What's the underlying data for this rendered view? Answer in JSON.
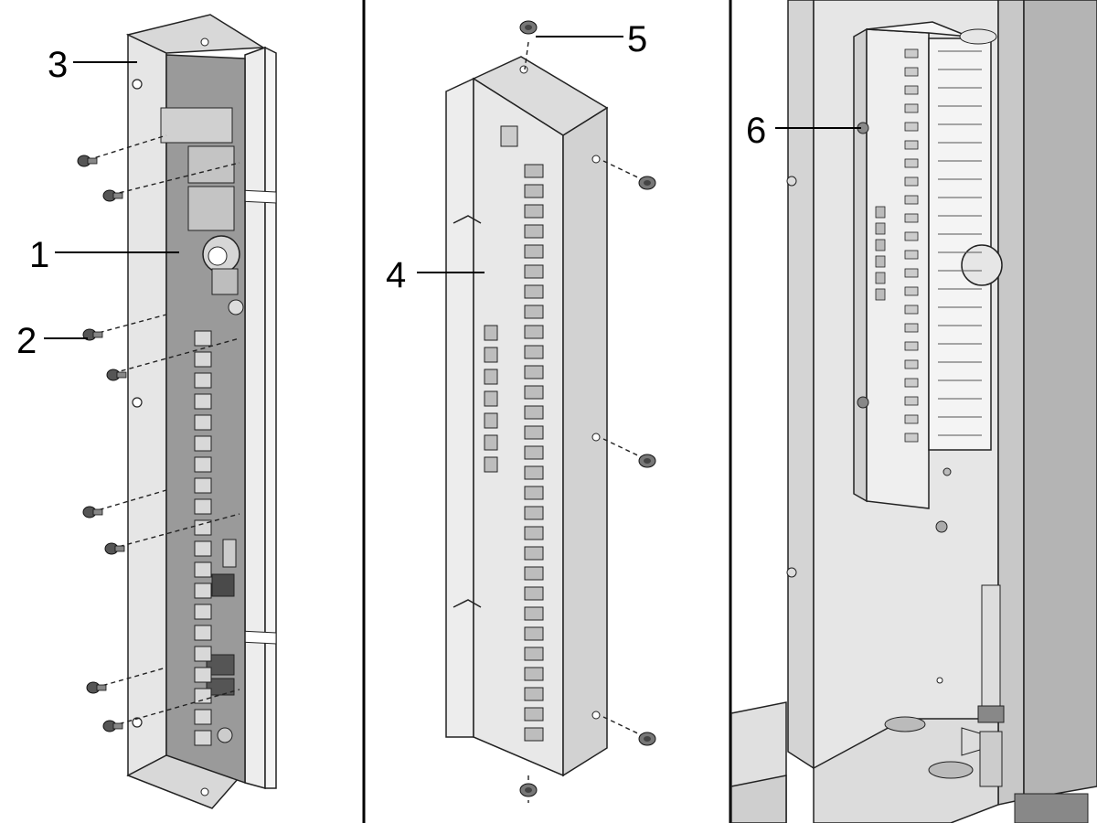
{
  "panels": [
    {
      "id": "panel-board-mounting"
    },
    {
      "id": "panel-cover-mounting"
    },
    {
      "id": "panel-installed-unit"
    }
  ],
  "callouts": {
    "c1": "1",
    "c2": "2",
    "c3": "3",
    "c4": "4",
    "c5": "5",
    "c6": "6"
  },
  "colors": {
    "sheet_metal": "#e6e6e6",
    "pcb": "#9a9a9a",
    "dark_metal": "#6e6e6e",
    "outline": "#222222",
    "divider": "#000000"
  }
}
